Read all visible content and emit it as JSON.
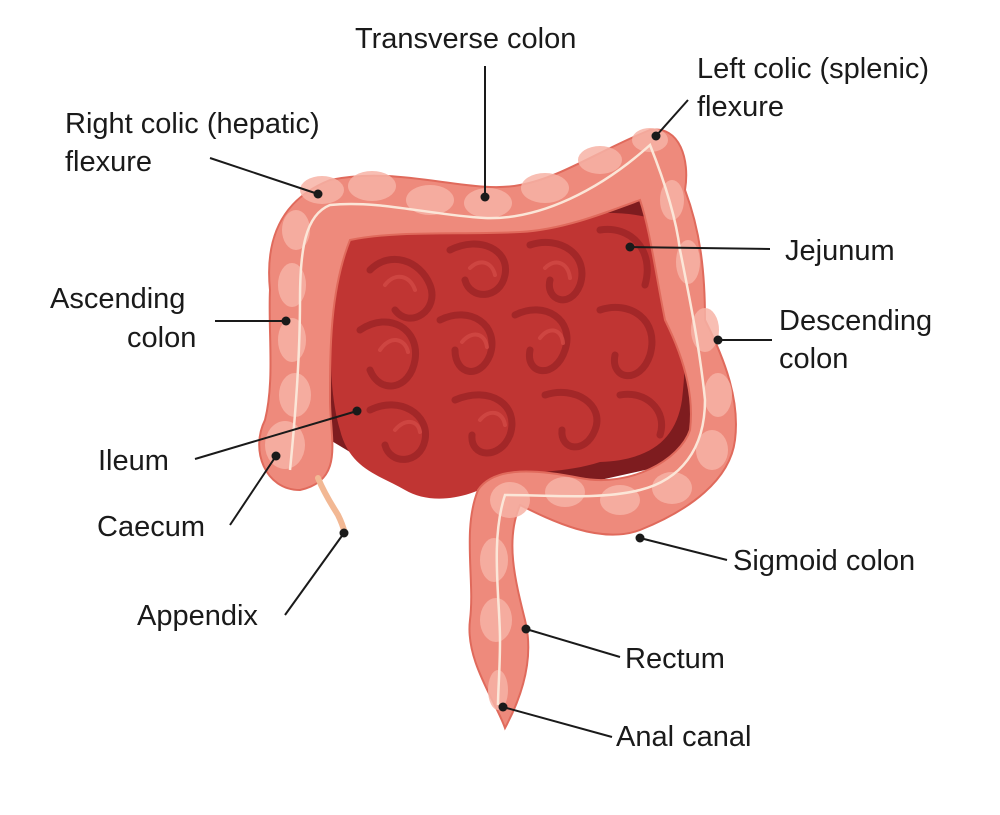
{
  "colors": {
    "background": "#ffffff",
    "colon_fill": "#ee8a7c",
    "colon_highlight": "#f7b3a6",
    "colon_outline": "#e06a5c",
    "small_intestine_fill": "#c03533",
    "small_intestine_fold": "#a32728",
    "cavity_dark": "#7e1c1f",
    "mesentery_line": "#fbe6d8",
    "appendix": "#f2b894",
    "text": "#1a1a1a"
  },
  "labels": {
    "transverse_colon": "Transverse colon",
    "left_colic_flexure_line1": "Left colic (splenic)",
    "left_colic_flexure_line2": "flexure",
    "right_colic_flexure_line1": "Right colic (hepatic)",
    "right_colic_flexure_line2": "flexure",
    "jejunum": "Jejunum",
    "descending_colon_line1": "Descending",
    "descending_colon_line2": "colon",
    "ascending_colon_line1": "Ascending",
    "ascending_colon_line2": "colon",
    "ileum": "Ileum",
    "caecum": "Caecum",
    "appendix": "Appendix",
    "sigmoid_colon": "Sigmoid colon",
    "rectum": "Rectum",
    "anal_canal": "Anal canal"
  }
}
